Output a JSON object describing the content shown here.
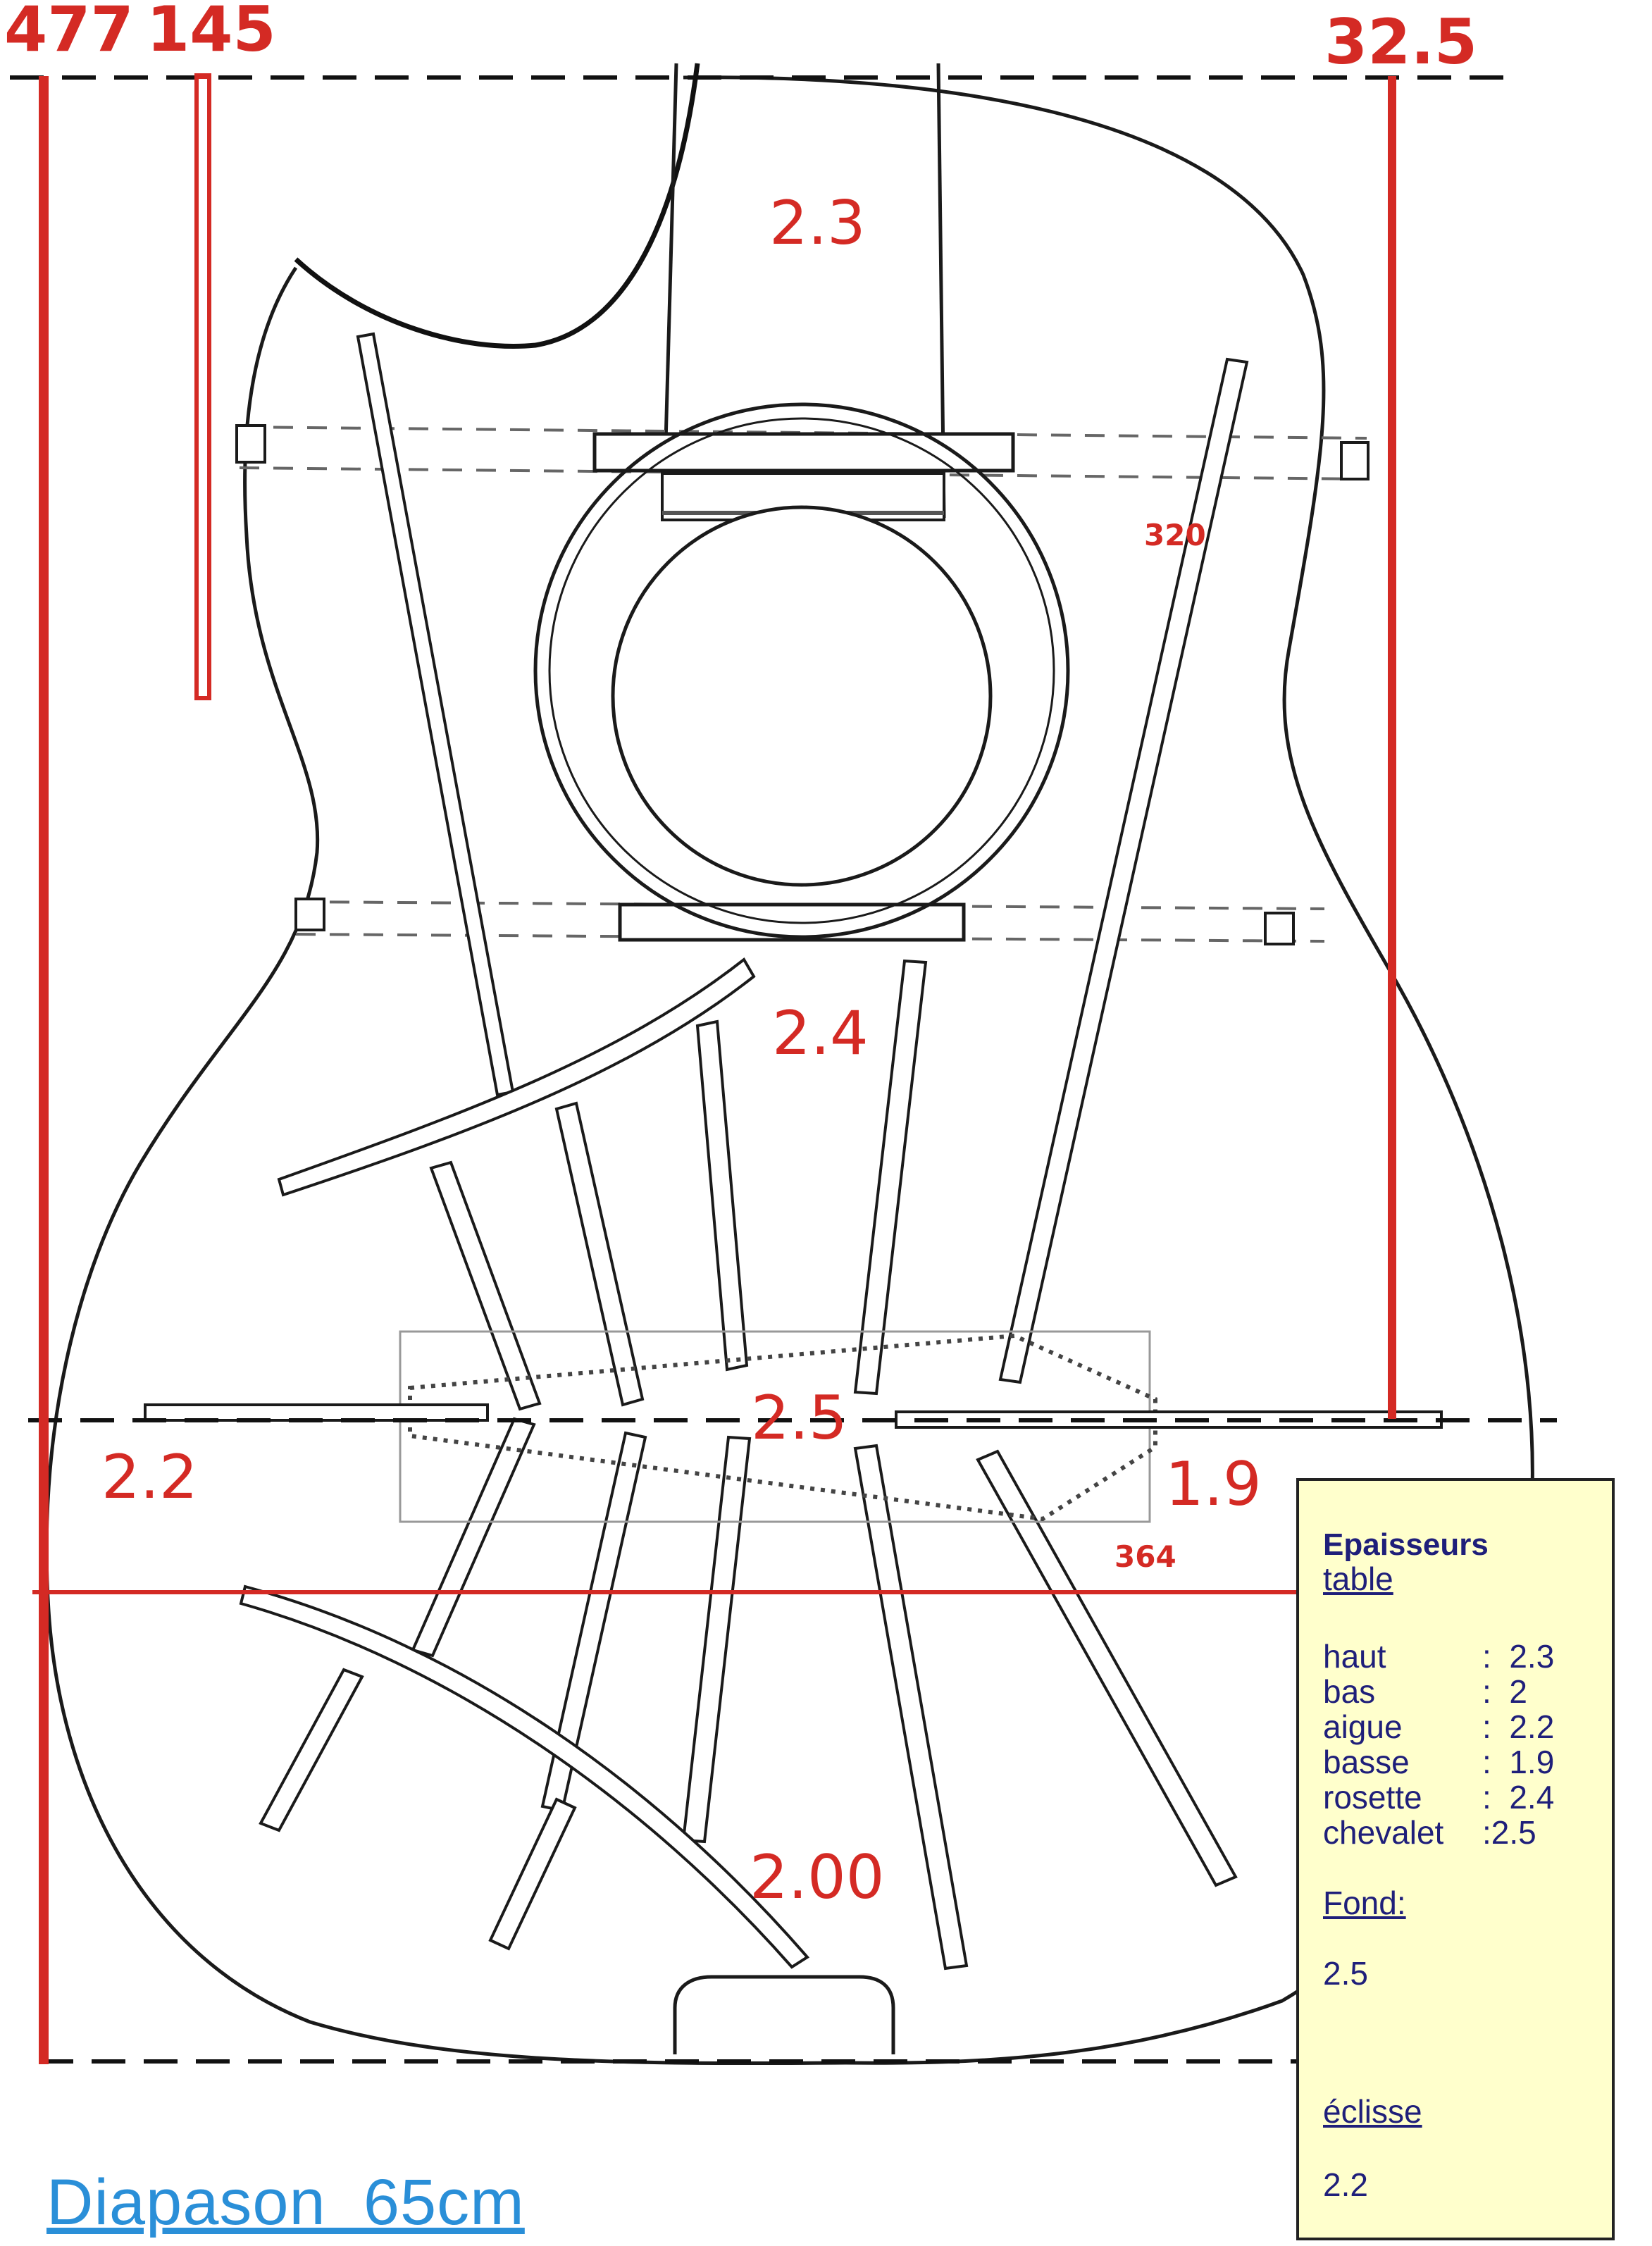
{
  "dimensions": {
    "left_a": "477",
    "left_b": "145",
    "right": "32.5",
    "upper_brace": "320",
    "lower_line": "364"
  },
  "thickness_labels": {
    "top": "2.3",
    "rosette": "2.4",
    "bridge": "2.5",
    "treble": "2.2",
    "bass": "1.9",
    "bottom": "2.00"
  },
  "caption": "Diapason  65cm",
  "legend": {
    "title": "Epaisseurs",
    "table_label": "table",
    "rows": [
      {
        "key": "haut",
        "sep": ":",
        "value": "2.3"
      },
      {
        "key": "bas",
        "sep": ":",
        "value": "2"
      },
      {
        "key": "aigue",
        "sep": ":",
        "value": "2.2"
      },
      {
        "key": "basse",
        "sep": ":",
        "value": "1.9"
      },
      {
        "key": "rosette",
        "sep": ":",
        "value": "2.4"
      },
      {
        "key": "chevalet",
        "sep": ":",
        "value": "2.5"
      }
    ],
    "fond_label": "Fond:",
    "fond_value": "2.5",
    "eclisse_label": "éclisse",
    "eclisse_value": "2.2"
  },
  "colors": {
    "dimension_red": "#d42a24",
    "caption_blue": "#2a8fd8",
    "panel_bg": "#ffffcc",
    "panel_text": "#1f1f7a",
    "outline": "#1a1a1a"
  }
}
